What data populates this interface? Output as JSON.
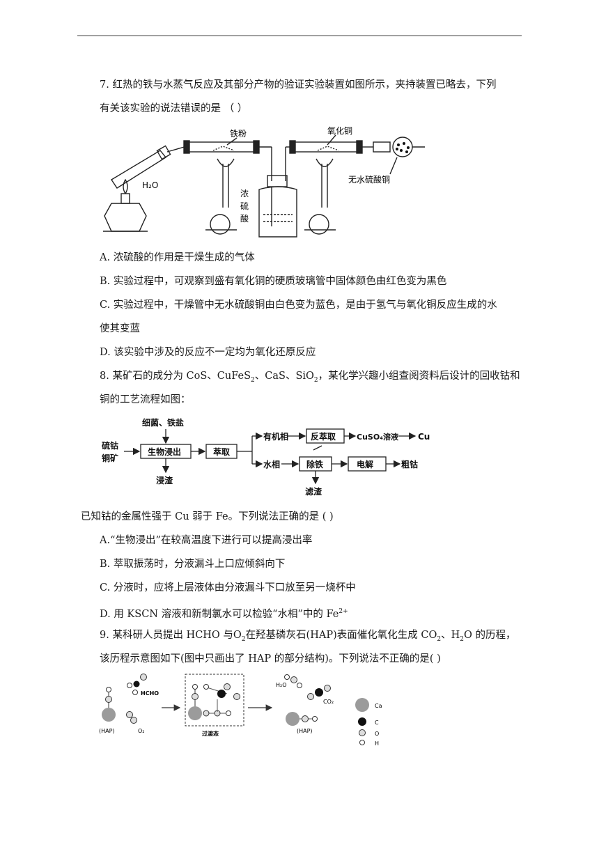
{
  "q7": {
    "line1": "7.   红热的铁与水蒸气反应及其部分产物的验证实验装置如图所示，夹持装置已略去，下列",
    "line2": "有关该实验的说法错误的是  （        ）",
    "fig": {
      "tiefen": "铁粉",
      "yanghuatong": "氧化铜",
      "h2o": "H₂O",
      "wushui": "无水硫酸铜",
      "nong": "浓",
      "liu": "硫",
      "suan": "酸"
    },
    "A": "A.  浓硫酸的作用是干燥生成的气体",
    "B": "B.  实验过程中，可观察到盛有氧化铜的硬质玻璃管中固体颜色由红色变为黑色",
    "C1": "C.  实验过程中，干燥管中无水硫酸铜由白色变为蓝色，是由于氢气与氧化铜反应生成的水",
    "C2": "使其变蓝",
    "D": "D.  该实验中涉及的反应不一定均为氧化还原反应"
  },
  "q8": {
    "line1_a": "8.   某矿石的成分为 CoS、CuFeS",
    "line1_b": "、CaS、SiO",
    "line1_c": "，某化学兴趣小组查阅资料后设计的回收钴和",
    "line2": "铜的工艺流程如图：",
    "flow": {
      "xijun": "细菌、铁盐",
      "liugu": "硫钴",
      "tongkuang": "铜矿",
      "jinchu": "生物浸出",
      "jinzha": "浸渣",
      "cuiqu": "萃取",
      "youji": "有机相",
      "fancuiqu": "反萃取",
      "cuso4": "CuSO₄溶液",
      "cu": "Cu",
      "shuixiang": "水相",
      "chutie": "除铁",
      "dianjie": "电解",
      "cugu": "粗钴",
      "lvzha": "滤渣"
    },
    "known": "已知钴的金属性强于 Cu 弱于 Fe。下列说法正确的是 (        )",
    "A": "A.“生物浸出”在较高温度下进行可以提高浸出率",
    "B": "B.  萃取振荡时，分液漏斗上口应倾斜向下",
    "C": "C.  分液时，应将上层液体由分液漏斗下口放至另一烧杯中",
    "D": "D.  用 KSCN 溶液和新制氯水可以检验“水相”中的 Fe",
    "D_sup": "2+"
  },
  "q9": {
    "line1_a": "9.   某科研人员提出 HCHO 与O",
    "line1_b": "在羟基磷灰石(HAP)表面催化氧化生成 CO",
    "line1_c": "、H",
    "line1_d": "O 的历程，",
    "line2": "该历程示意图如下(图中只画出了 HAP 的部分结构)。下列说法不正确的是(        )",
    "fig": {
      "hcho": "HCHO",
      "hap": "(HAP)",
      "o2": "O₂",
      "guodutai": "过渡态",
      "h2o": "H₂O",
      "co2": "CO₂",
      "hap2": "(HAP)",
      "ca": "Ca",
      "c": "C",
      "o": "O",
      "h": "H"
    }
  }
}
